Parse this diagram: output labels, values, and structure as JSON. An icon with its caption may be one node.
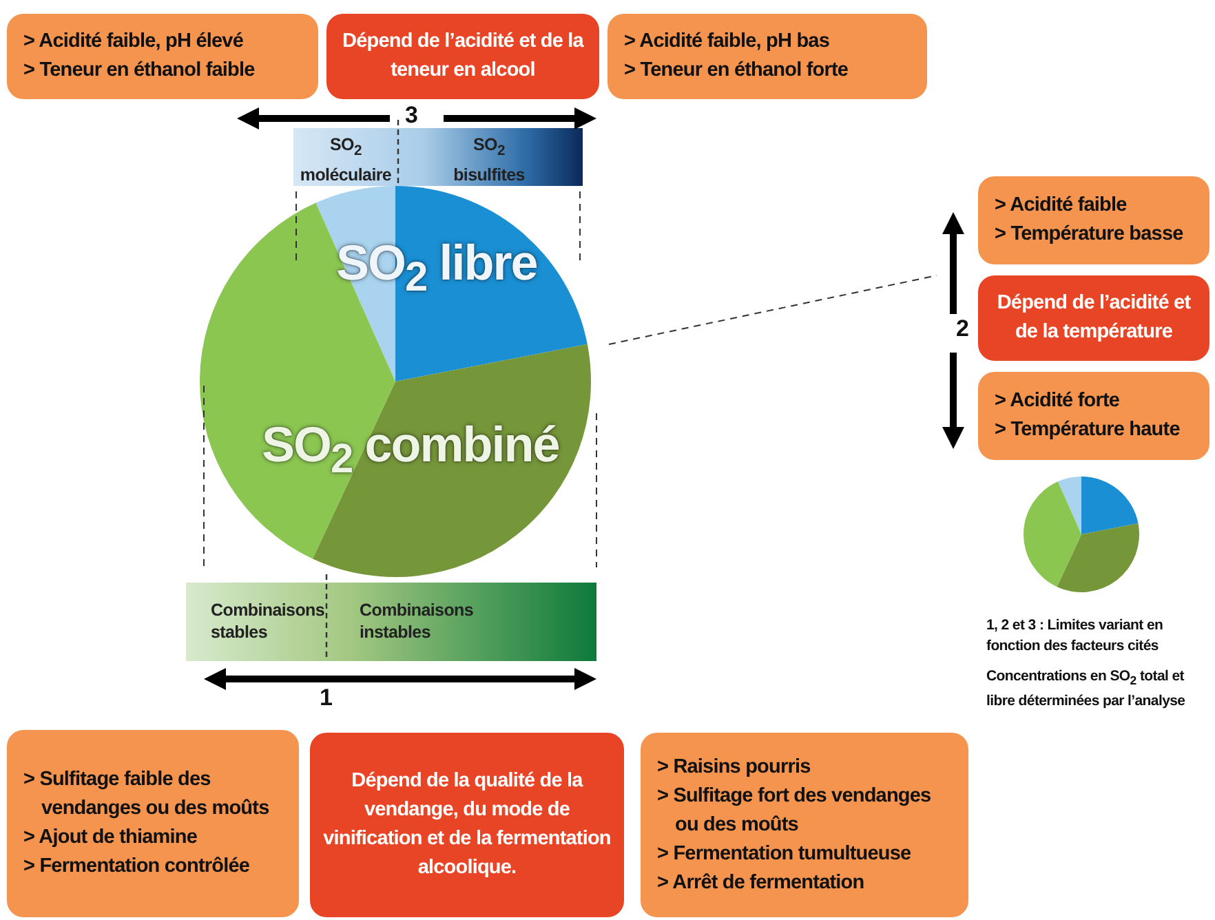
{
  "diagram": {
    "nodes": [
      {
        "text": [
          "> Acidité faible, pH élevé",
          "> Teneur en éthanol faible"
        ]
      },
      {
        "text": [
          "Dépend de l’acidité et de la teneur en alcool"
        ]
      },
      {
        "text": [
          "> Acidité faible, pH bas",
          "> Teneur en éthanol forte"
        ]
      },
      {
        "text": [
          "SO$_{2}$ moléculaire",
          "SO$_{2}$ bisulfites"
        ]
      },
      {
        "text": [
          "> Acidité faible",
          "> Température basse"
        ]
      },
      {
        "text": [
          "Dépend de l’acidité et de la température"
        ]
      },
      {
        "text": [
          "> Acidité forte",
          "> Température haute"
        ]
      },
      {
        "text": [
          "Combinaisons stables",
          "Combinaisons instables"
        ]
      },
      {
        "text": [
          "> Sulfitage faible des vendanges ou des moûts",
          "> Ajout de thiamine",
          "> Fermentation contrôlée"
        ]
      },
      {
        "text": [
          "Dépend de la qualité de la vendange, du mode de vinification et de la fermentation alcoolique."
        ]
      },
      {
        "text": [
          "> Raisins pourris",
          "> Sulfitage fort des vendanges ou des moûts",
          "> Fermentation tumultueuse",
          "> Arrêt de fermentation"
        ]
      }
    ],
    "labels": [
      "3",
      "SO$_{2}$ libre",
      "2",
      "SO$_{2}$ combiné",
      "1",
      "1, 2 et 3 : Limites variant en fonction des facteurs cités",
      "Concentrations en SO$_{2}$ total et libre déterminées par l’analyse"
    ]
  }
}
